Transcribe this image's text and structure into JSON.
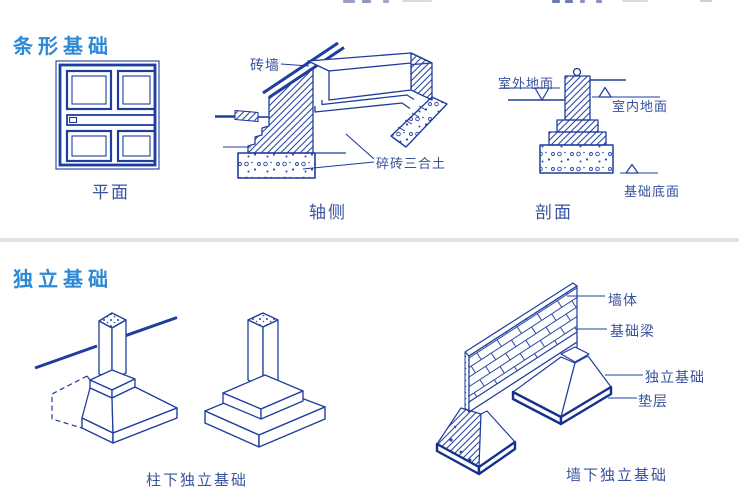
{
  "colors": {
    "title_blue": "#2c89d6",
    "line_navy": "#1e3e9e",
    "texture_navy": "#2d49a3",
    "slab_dark_navy": "#16308e",
    "text_navy": "#35509c",
    "divider_gray": "#e2e3e7"
  },
  "strip_section": {
    "title": "条形基础",
    "plan": {
      "caption": "平面"
    },
    "axonometric": {
      "caption": "轴侧",
      "labels": {
        "brick_wall": "砖墙",
        "rubble_concrete": "碎砖三合土"
      }
    },
    "profile": {
      "caption": "剖面",
      "labels": {
        "outdoor_ground": "室外地面",
        "indoor_ground": "室内地面",
        "foundation_bottom": "基础底面"
      }
    }
  },
  "independent_section": {
    "title": "独立基础",
    "column_foundation": {
      "caption": "柱下独立基础"
    },
    "wall_foundation": {
      "caption": "墙下独立基础",
      "labels": {
        "wall_body": "墙体",
        "foundation_beam": "基础梁",
        "independent_foundation": "独立基础",
        "cushion_layer": "垫层"
      }
    }
  }
}
